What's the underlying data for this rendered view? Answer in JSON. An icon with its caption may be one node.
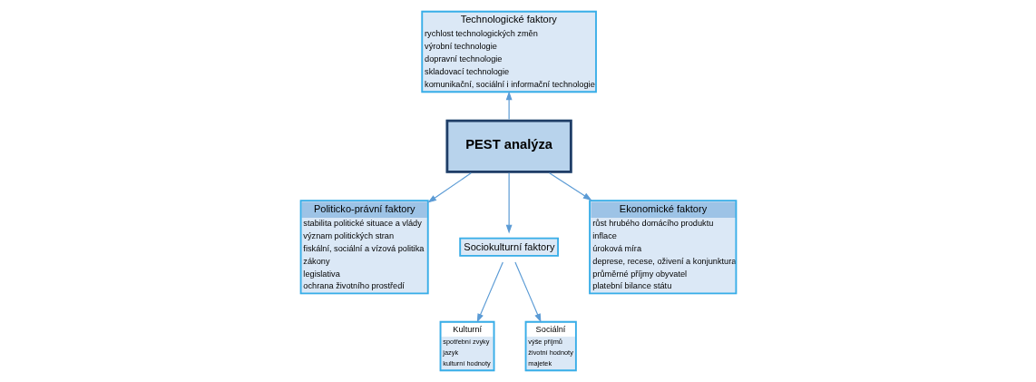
{
  "diagram": {
    "nodes": [
      {
        "text": [
          "PEST analýza"
        ]
      },
      {
        "text": [
          "Technologické faktory",
          "rychlost technologických změn",
          "výrobní technologie",
          "dopravní technologie",
          "skladovací technologie",
          "komunikační, sociální i informační technologie"
        ]
      },
      {
        "text": [
          "Politicko-právní faktory",
          "stabilita politické situace a vlády",
          "význam politických stran",
          "fiskální, sociální a vízová politika",
          "zákony",
          "legislativa",
          "ochrana životního prostředí"
        ]
      },
      {
        "text": [
          "Sociokulturní faktory"
        ]
      },
      {
        "text": [
          "Ekonomické faktory",
          "růst hrubého domácího produktu",
          "inflace",
          "úroková míra",
          "deprese, recese, oživení a konjunktura",
          "průměrné příjmy obyvatel",
          "platební bilance státu"
        ]
      },
      {
        "text": [
          "Kulturní",
          "spotřební zvyky",
          "jazyk",
          "kulturní hodnoty"
        ]
      },
      {
        "text": [
          "Sociální",
          "výše příjmů",
          "životní hodnoty",
          "majetek"
        ]
      }
    ],
    "edges": [
      {
        "from": 0,
        "to": 1,
        "arrow": "to"
      },
      {
        "from": 0,
        "to": 2,
        "arrow": "to"
      },
      {
        "from": 0,
        "to": 3,
        "arrow": "to"
      },
      {
        "from": 0,
        "to": 4,
        "arrow": "to"
      },
      {
        "from": 3,
        "to": 5,
        "arrow": "to"
      },
      {
        "from": 3,
        "to": 6,
        "arrow": "to"
      }
    ]
  }
}
